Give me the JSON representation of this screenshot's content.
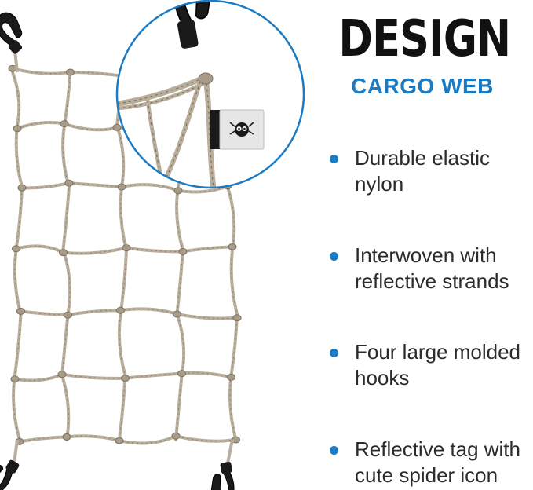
{
  "header": {
    "title": "DESIGN",
    "subtitle": "CARGO WEB"
  },
  "features": [
    {
      "text": "Durable elastic nylon"
    },
    {
      "text": "Interwoven with reflective strands"
    },
    {
      "text": "Four large molded hooks"
    },
    {
      "text": "Reflective tag with cute spider icon"
    }
  ],
  "colors": {
    "accent": "#1a7bc4",
    "title": "#111111",
    "body_text": "#2b2b2b",
    "cord": "#b9ae9c",
    "hook": "#1a1a1a"
  },
  "icons": {
    "bullet": "dot",
    "tag": "spider-icon",
    "hooks": "hook-icon"
  }
}
